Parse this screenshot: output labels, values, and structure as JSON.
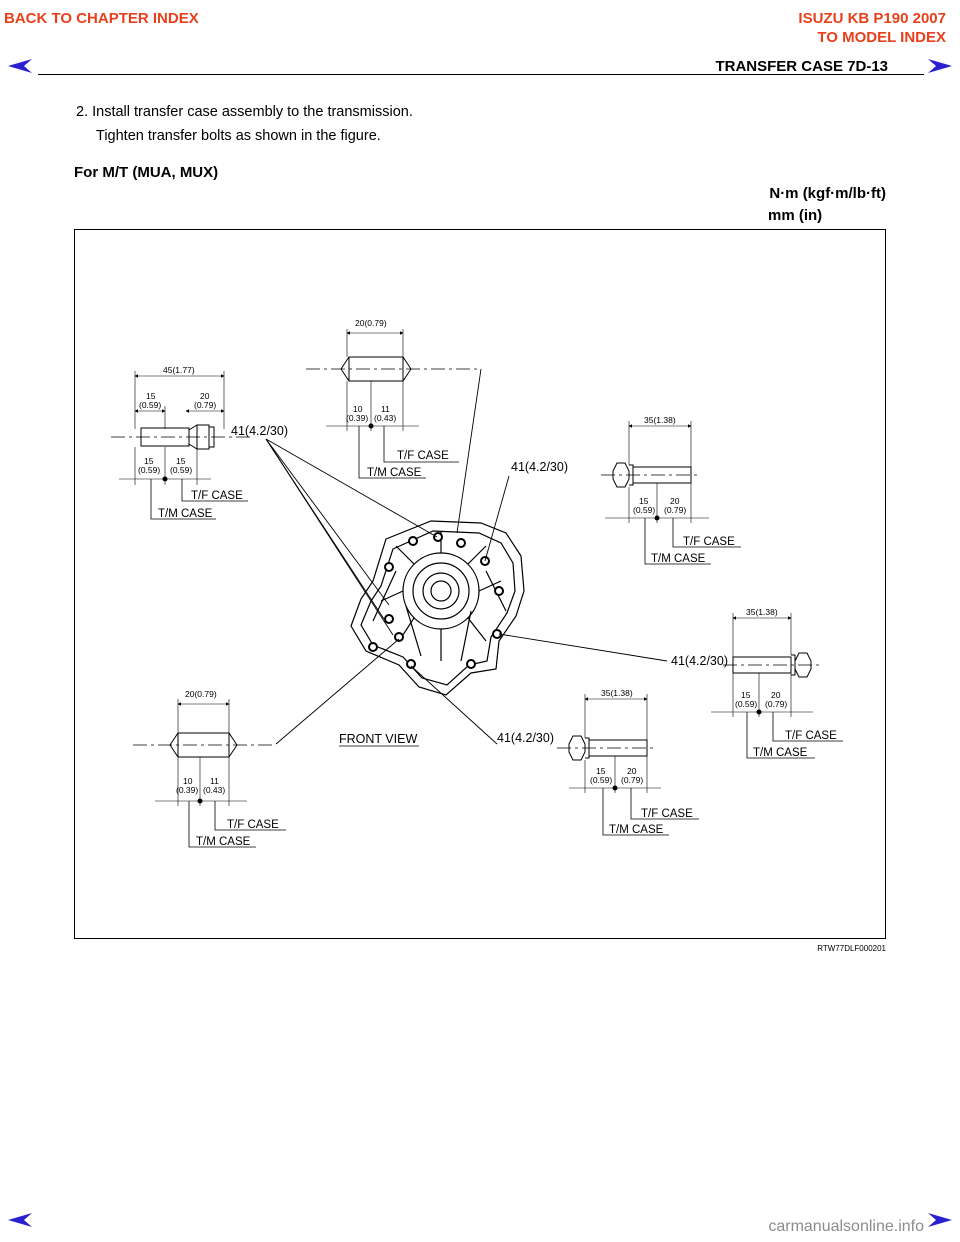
{
  "nav": {
    "back_chapter": "BACK TO CHAPTER INDEX",
    "model_title": "ISUZU KB P190 2007",
    "to_model": "TO MODEL INDEX",
    "accent_color": "#e8401c",
    "arrow_color": "#2a1fd0"
  },
  "header": {
    "title": "TRANSFER CASE  7D-13"
  },
  "step": {
    "text": "2.  Install  transfer  case  assembly  to  the  transmission.",
    "subtext": "Tighten transfer bolts as shown in the figure."
  },
  "section": {
    "title": "For M/T (MUA, MUX)"
  },
  "units": {
    "torque": "N·m (kgf·m/lb·ft)",
    "length": "mm (in)"
  },
  "figure": {
    "torque": "41(4.2/30)",
    "front_view": "FRONT VIEW",
    "tf_case": "T/F CASE",
    "tm_case": "T/M CASE",
    "dims": {
      "d45": "45(1.77)",
      "d20": "20(0.79)",
      "d35": "35(1.38)",
      "n15": "15",
      "n20": "20",
      "n10": "10",
      "n11": "11",
      "i059": "(0.59)",
      "i079": "(0.79)",
      "i039": "(0.39)",
      "i043": "(0.43)"
    },
    "id": "RTW77DLF000201"
  },
  "footer": {
    "watermark": "carmanualsonline.info"
  }
}
